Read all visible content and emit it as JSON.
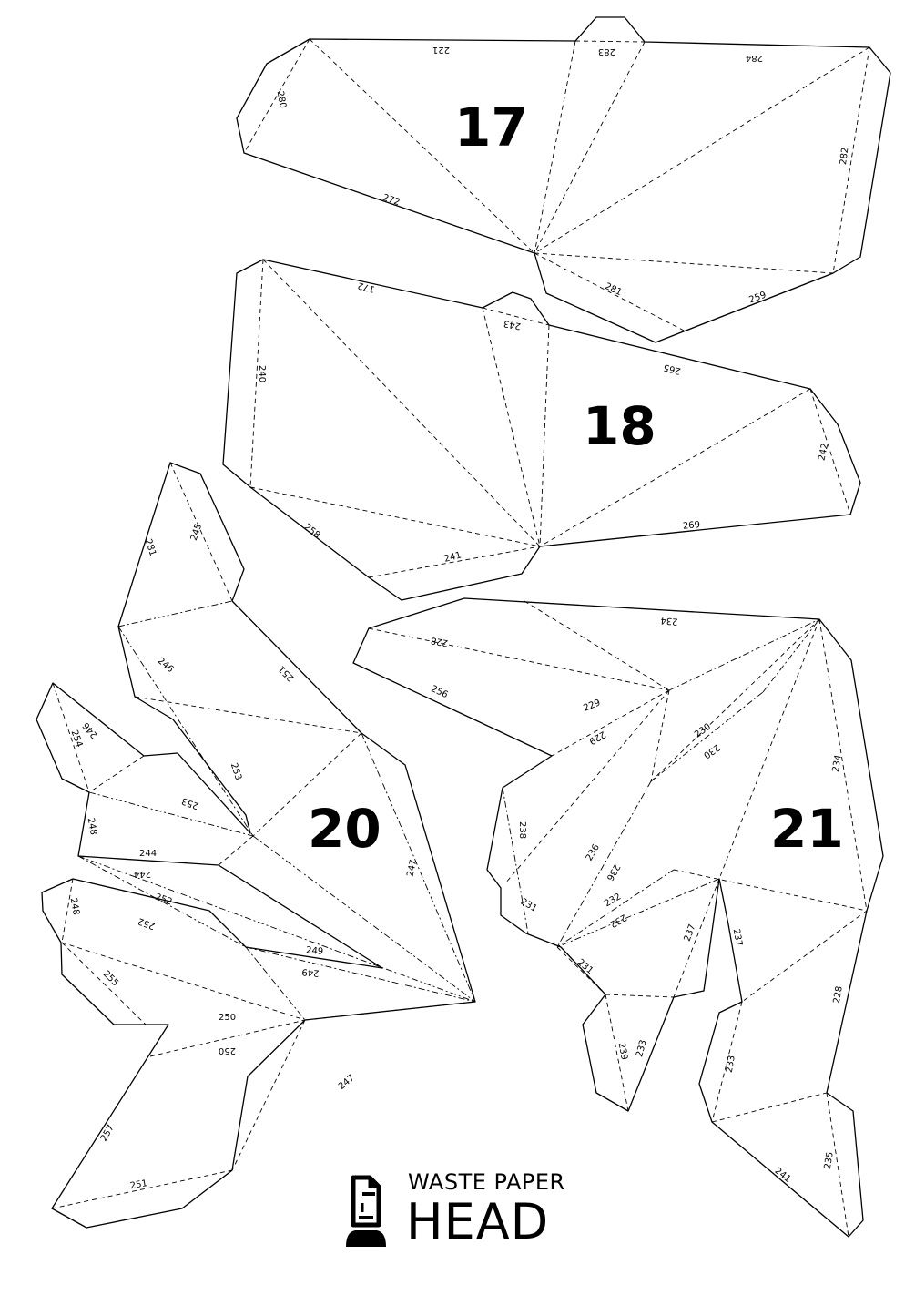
{
  "pieces": [
    {
      "id": "piece-17",
      "number": "17",
      "edges": [
        "221",
        "283",
        "284",
        "280",
        "282",
        "272",
        "281",
        "259"
      ]
    },
    {
      "id": "piece-18",
      "number": "18",
      "edges": [
        "172",
        "243",
        "265",
        "240",
        "242",
        "258",
        "241",
        "269"
      ]
    },
    {
      "id": "piece-20",
      "number": "20",
      "edges": [
        "281",
        "245",
        "251",
        "246",
        "254",
        "246",
        "253",
        "253",
        "248",
        "244",
        "244",
        "247",
        "248",
        "252",
        "252",
        "249",
        "249",
        "255",
        "250",
        "250",
        "247",
        "257",
        "251"
      ]
    },
    {
      "id": "piece-21",
      "number": "21",
      "edges": [
        "234",
        "228",
        "256",
        "229",
        "229",
        "230",
        "230",
        "234",
        "238",
        "236",
        "236",
        "231",
        "232",
        "232",
        "237",
        "237",
        "231",
        "228",
        "239",
        "233",
        "233",
        "235",
        "241"
      ]
    }
  ],
  "logo": {
    "line1": "WASTE PAPER",
    "line2": "HEAD"
  }
}
